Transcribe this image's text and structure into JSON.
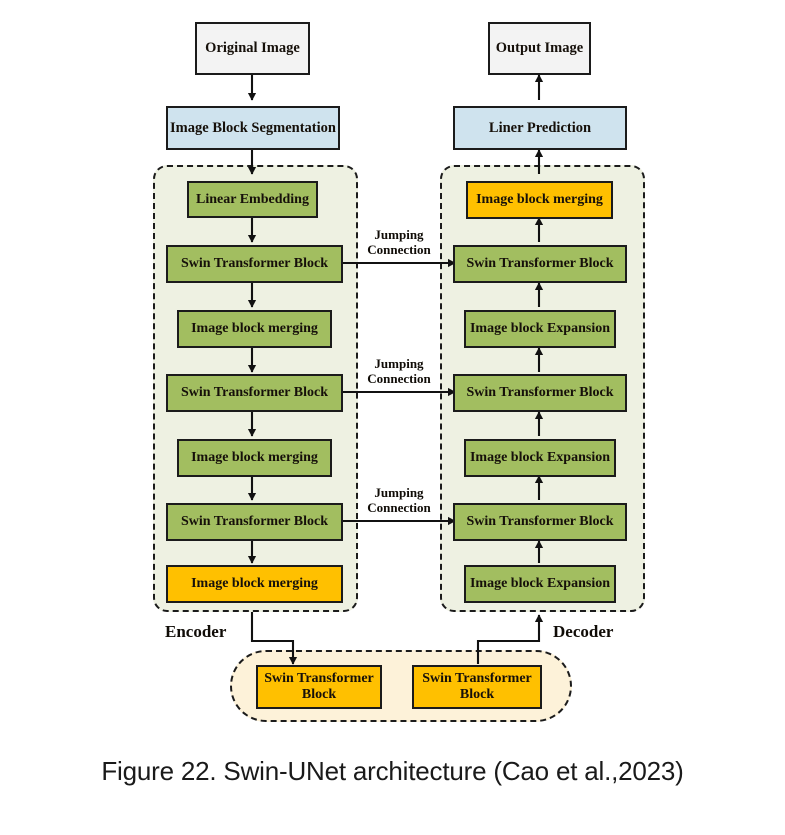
{
  "figure": {
    "caption": "Figure 22. Swin-UNet architecture (Cao et al.,2023)",
    "colors": {
      "green_block": "#a2be60",
      "orange_block": "#ffc000",
      "blue_block": "#cfe3ee",
      "white_block": "#f3f3f3",
      "encoder_decoder_fill": "#eef1e2",
      "bottleneck_fill": "#fdf2d9",
      "stroke": "#1b1b1b"
    }
  },
  "io": {
    "original_image": "Original Image",
    "output_image": "Output Image",
    "image_block_segmentation": "Image Block Segmentation",
    "liner_prediction": "Liner Prediction"
  },
  "encoder": {
    "label": "Encoder",
    "blocks": [
      {
        "label": "Linear Embedding",
        "style": "green"
      },
      {
        "label": "Swin Transformer Block",
        "style": "green"
      },
      {
        "label": "Image block merging",
        "style": "green"
      },
      {
        "label": "Swin Transformer Block",
        "style": "green"
      },
      {
        "label": "Image block merging",
        "style": "green"
      },
      {
        "label": "Swin Transformer Block",
        "style": "green"
      },
      {
        "label": "Image block merging",
        "style": "orange"
      }
    ]
  },
  "decoder": {
    "label": "Decoder",
    "blocks": [
      {
        "label": "Image block merging",
        "style": "orange"
      },
      {
        "label": "Swin Transformer Block",
        "style": "green"
      },
      {
        "label": "Image block Expansion",
        "style": "green"
      },
      {
        "label": "Swin Transformer Block",
        "style": "green"
      },
      {
        "label": "Image block Expansion",
        "style": "green"
      },
      {
        "label": "Swin Transformer Block",
        "style": "green"
      },
      {
        "label": "Image block Expansion",
        "style": "green"
      }
    ]
  },
  "bottleneck": {
    "blocks": [
      {
        "label": "Swin Transformer\nBlock",
        "style": "orange"
      },
      {
        "label": "Swin Transformer\nBlock",
        "style": "orange"
      }
    ]
  },
  "skip_connections": [
    {
      "label": "Jumping\nConnection"
    },
    {
      "label": "Jumping\nConnection"
    },
    {
      "label": "Jumping\nConnection"
    }
  ]
}
